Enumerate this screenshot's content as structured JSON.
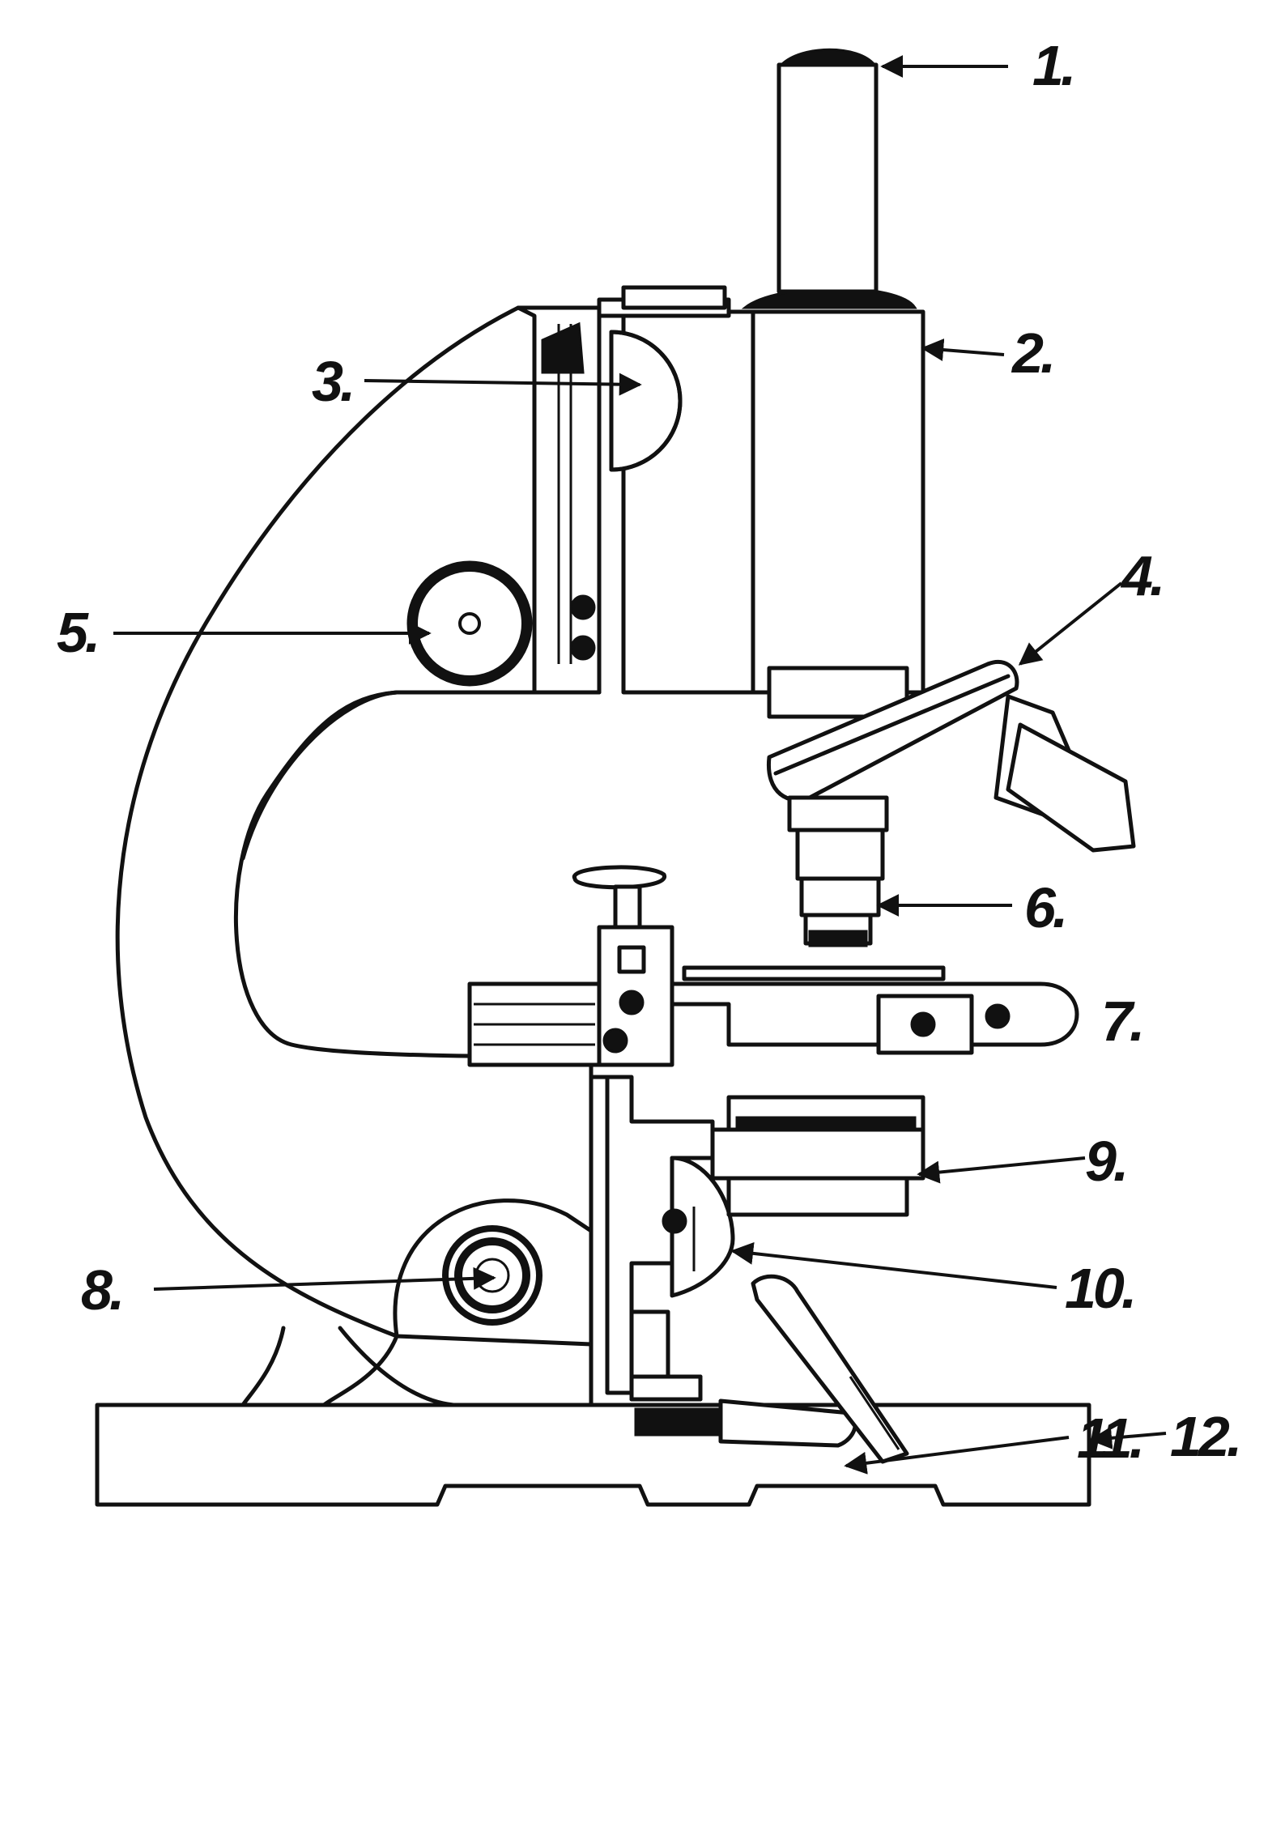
{
  "labels": [
    "1.",
    "2.",
    "3.",
    "4.",
    "5.",
    "6.",
    "7.",
    "8.",
    "9.",
    "10.",
    "11.",
    "12."
  ],
  "colors": {
    "ink": "#111111",
    "paper": "#ffffff"
  }
}
